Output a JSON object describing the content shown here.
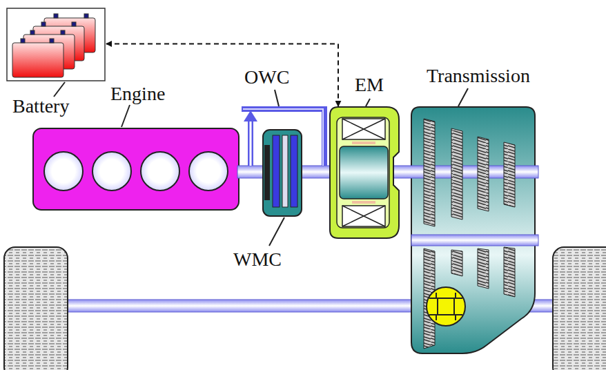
{
  "diagram": {
    "nodes": [
      {
        "text": [
          "Battery"
        ]
      },
      {
        "text": [
          "EM"
        ]
      }
    ],
    "edges": [
      {
        "from": 0,
        "to": 1,
        "arrow": "both"
      }
    ],
    "labels": [
      "Engine",
      "OWC",
      "Transmission",
      "WMC"
    ]
  }
}
